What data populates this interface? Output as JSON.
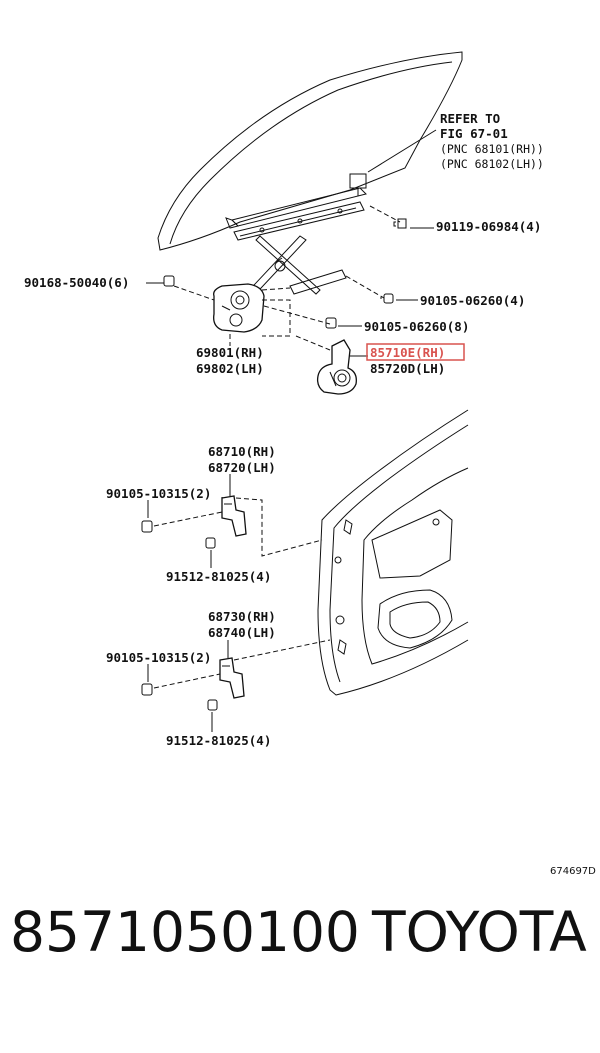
{
  "refer": {
    "line1": "REFER TO",
    "line2": "FIG 67-01",
    "line3": "(PNC 68101(RH))",
    "line4": "(PNC 68102(LH))"
  },
  "labels": {
    "p90119": "90119-06984(4)",
    "p90168": "90168-50040(6)",
    "p90105a": "90105-06260(4)",
    "p90105b": "90105-06260(8)",
    "p69801": "69801(RH)",
    "p69802": "69802(LH)",
    "p85710": "85710E(RH)",
    "p85720": "85720D(LH)",
    "p68710": "68710(RH)",
    "p68720": "68720(LH)",
    "p90105c": "90105-10315(2)",
    "p91512a": "91512-81025(4)",
    "p68730": "68730(RH)",
    "p68740": "68740(LH)",
    "p90105d": "90105-10315(2)",
    "p91512b": "91512-81025(4)"
  },
  "figure_ref": "674697D",
  "highlight_color": "#d9534f",
  "footer": {
    "part_number": "8571050100",
    "brand": "TOYOTA"
  }
}
